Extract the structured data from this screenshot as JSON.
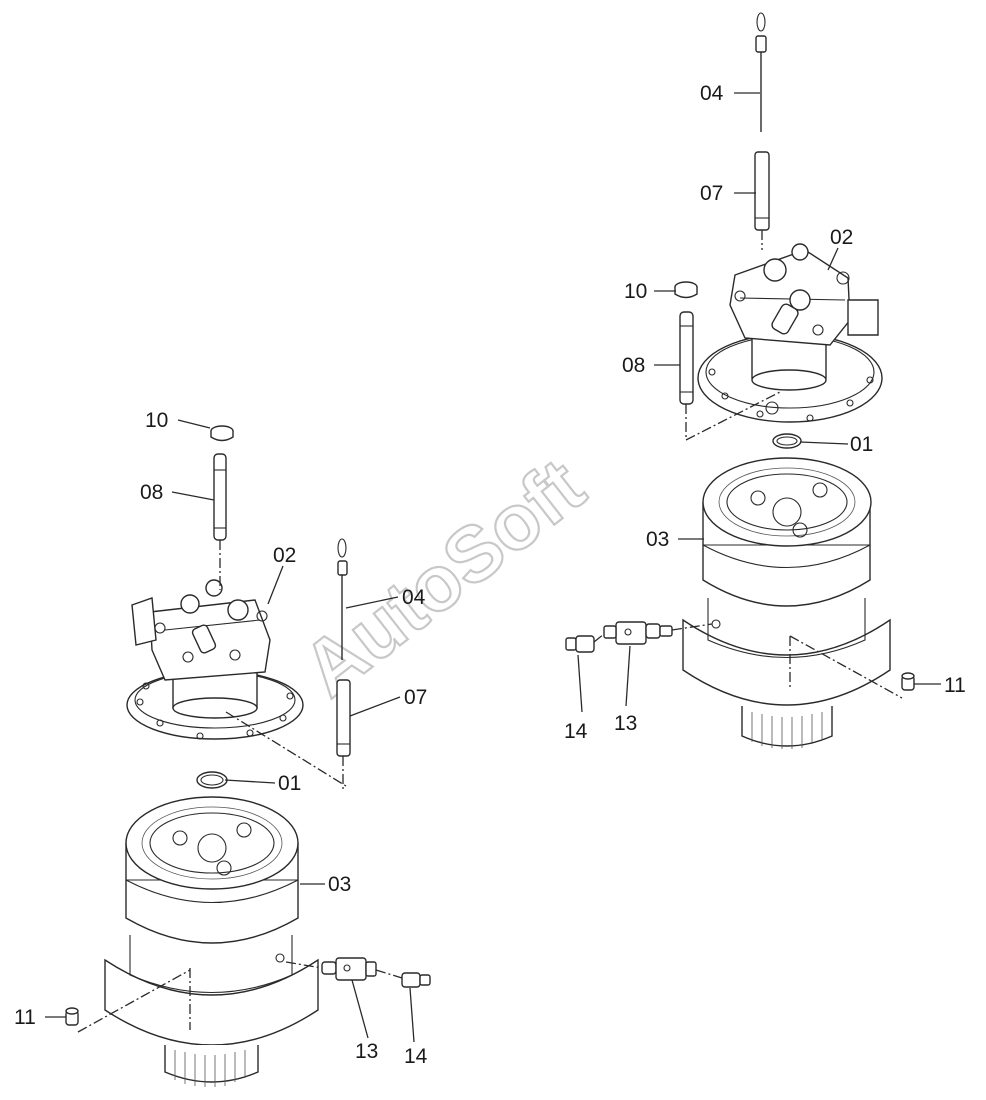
{
  "watermark": "AutoSoft",
  "left_assembly": {
    "callouts": {
      "c10": "10",
      "c08": "08",
      "c02": "02",
      "c04": "04",
      "c07": "07",
      "c01": "01",
      "c03": "03",
      "c11": "11",
      "c13": "13",
      "c14": "14"
    }
  },
  "right_assembly": {
    "callouts": {
      "c04": "04",
      "c07": "07",
      "c02": "02",
      "c10": "10",
      "c08": "08",
      "c01": "01",
      "c03": "03",
      "c11": "11",
      "c13": "13",
      "c14": "14"
    }
  }
}
